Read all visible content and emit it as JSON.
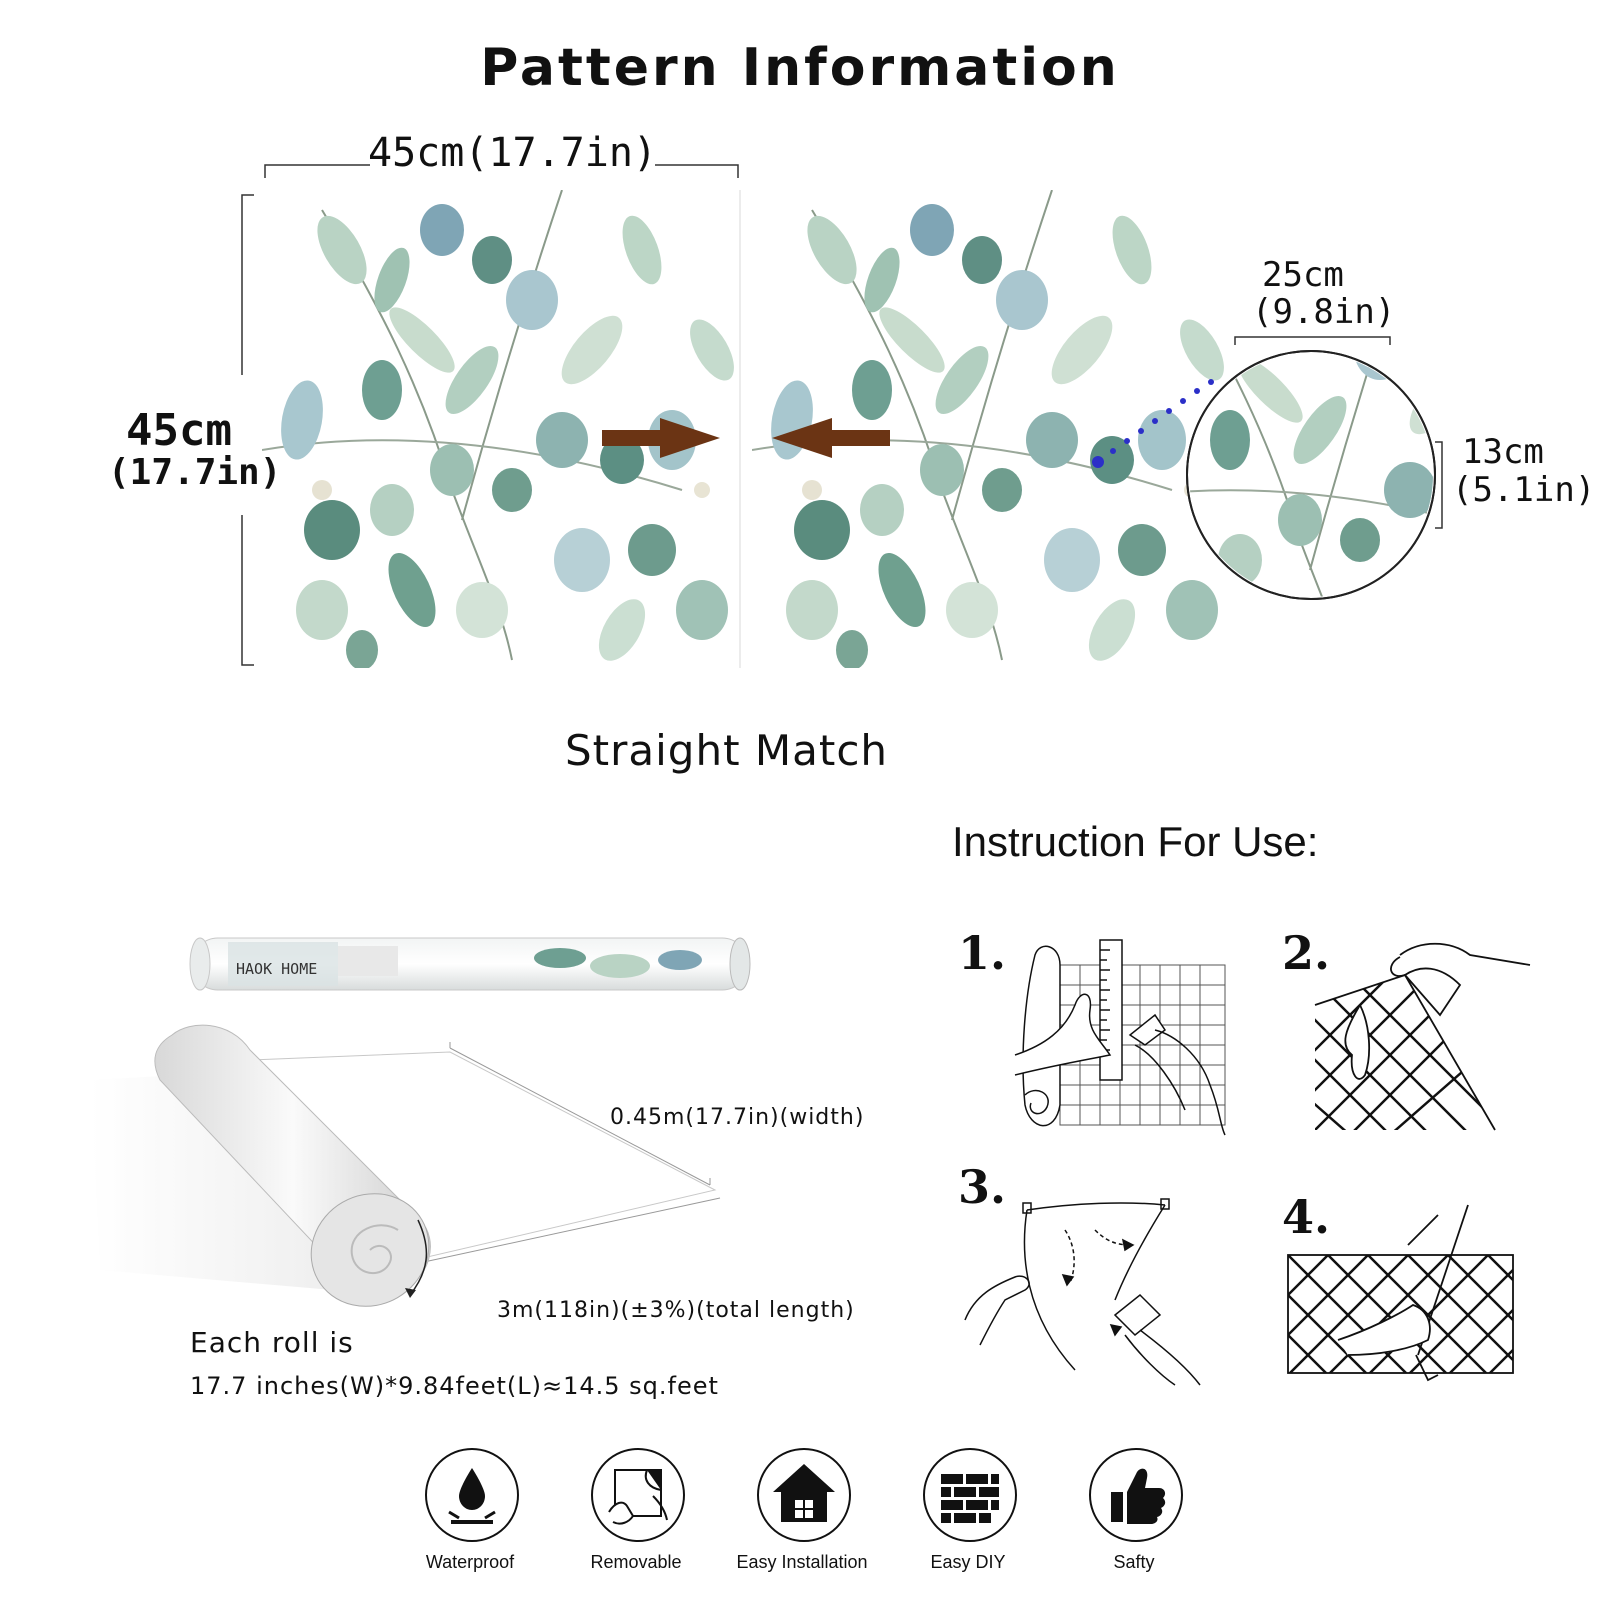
{
  "title": "Pattern Information",
  "dimensions": {
    "top_width": "45cm(17.7in)",
    "left_height_cm": "45cm",
    "left_height_in": "(17.7in)",
    "circle_width_cm": "25cm",
    "circle_width_in": "(9.8in)",
    "circle_height_cm": "13cm",
    "circle_height_in": "(5.1in)"
  },
  "match_label": "Straight Match",
  "instruction_title": "Instruction For Use:",
  "steps": [
    "1.",
    "2.",
    "3.",
    "4."
  ],
  "roll": {
    "brand": "HAOK HOME",
    "width_label": "0.45m(17.7in)(width)",
    "length_label": "3m(118in)(±3%)(total length)",
    "each_roll_line1": "Each roll is",
    "each_roll_line2": "17.7 inches(W)*9.84feet(L)≈14.5 sq.feet"
  },
  "features": [
    {
      "label": "Waterproof",
      "icon": "water-drop-icon"
    },
    {
      "label": "Removable",
      "icon": "peel-hand-icon"
    },
    {
      "label": "Easy Installation",
      "icon": "house-icon"
    },
    {
      "label": "Easy DIY",
      "icon": "brick-wall-icon"
    },
    {
      "label": "Safty",
      "icon": "thumbs-up-icon"
    }
  ],
  "colors": {
    "arrow": "#6b3414",
    "dots": "#2b2fc8",
    "leaf_dark": "#5f8f84",
    "leaf_light": "#b9d3c4",
    "leaf_blue": "#7fa5b5"
  }
}
